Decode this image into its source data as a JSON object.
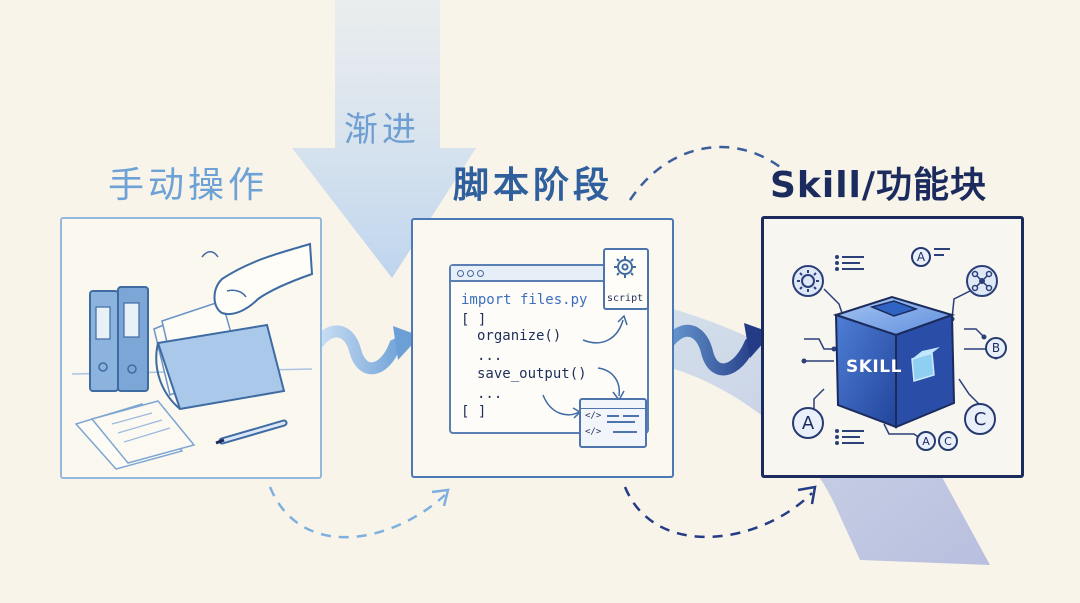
{
  "labels": {
    "progress": "渐进",
    "manual": "手动操作",
    "script": "脚本阶段",
    "skill": "Skill/功能块"
  },
  "script_panel": {
    "code_lines": [
      "import files.py",
      "[ ]",
      "organize()",
      "...",
      "save_output()",
      "...",
      "[ ]"
    ],
    "file_label": "script",
    "mini_code": [
      "</>",
      "</>"
    ]
  },
  "skill_panel": {
    "cube_label": "SKILL",
    "node_labels": [
      "A",
      "B",
      "C",
      "A",
      "C"
    ]
  },
  "colors": {
    "background": "#f8f4ea",
    "manual": "#6ea2d6",
    "script": "#2f5f9c",
    "skill": "#1c2b5e"
  },
  "icons": [
    "gear-icon",
    "network-icon",
    "folder-icon",
    "binder-icon",
    "pen-icon",
    "hand-icon",
    "cube-icon"
  ]
}
